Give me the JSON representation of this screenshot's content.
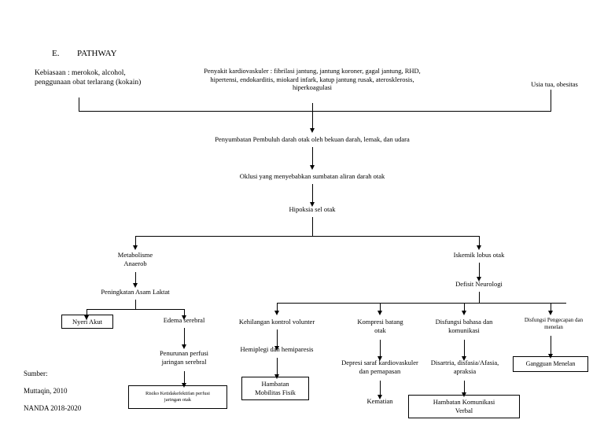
{
  "heading": {
    "letter": "E.",
    "title": "PATHWAY"
  },
  "nodes": {
    "habits": "Kebiasaan : merokok, alcohol,\npenggunaan obat terlarang (kokain)",
    "cardio": "Penyakit kardiovaskuler : fibrilasi jantung, jantung koroner, gagal jantung, RHD,\nhipertensi, endokarditis, miokard infark, katup jantung rusak, aterosklerosis,\nhiperkoagulasi",
    "age": "Usia tua, obesitas",
    "blockage": "Penyumbatan Pembuluh darah otak oleh bekuan darah, lemak, dan udara",
    "occlusion": "Oklusi yang menyebabkan sumbatan aliran darah otak",
    "hypoxia": "Hipoksia sel otak",
    "anaerob": "Metabolisme\nAnaerob",
    "lactate": "Peningkatan Asam Laktat",
    "acute_pain": "Nyeri Akut",
    "cerebral_edema": "Edema serebral",
    "perfusion_drop": "Penurunan perfusi\njaringan serebral",
    "perfusion_risk": "Risiko Ketidakefektifan perfusi\njaringan otak",
    "ischemic_lobe": "Iskemik lobus  otak",
    "neuro_deficit": "Defisit Neurologi",
    "motor_loss": "Kehilangan kontrol volunter",
    "hemiplegia": "Hemiplegi dan hemiparesis",
    "mobility_barrier": "Hambatan\nMobilitas Fisik",
    "brainstem": "Kompresi batang\notak",
    "cardio_depression": "Depresi saraf kardiovaskuler\ndan pernapasan",
    "death": "Kematian",
    "language_dysfunction": "Disfungsi bahasa dan\nkomunikasi",
    "dysarthria": "Disartria, disfasia/Afasia,\napraksia",
    "communication_barrier": "Hambatan Komunikasi\nVerbal",
    "swallow_dysfunction": "Disfungsi Pengecapan dan\nmenelan",
    "swallow_disorder": "Gangguan Menelan"
  },
  "source": {
    "label": "Sumber:",
    "line1": "Muttaqin, 2010",
    "line2": "NANDA 2018-2020"
  },
  "colors": {
    "stroke": "#000000",
    "background": "#ffffff",
    "text": "#000000"
  }
}
